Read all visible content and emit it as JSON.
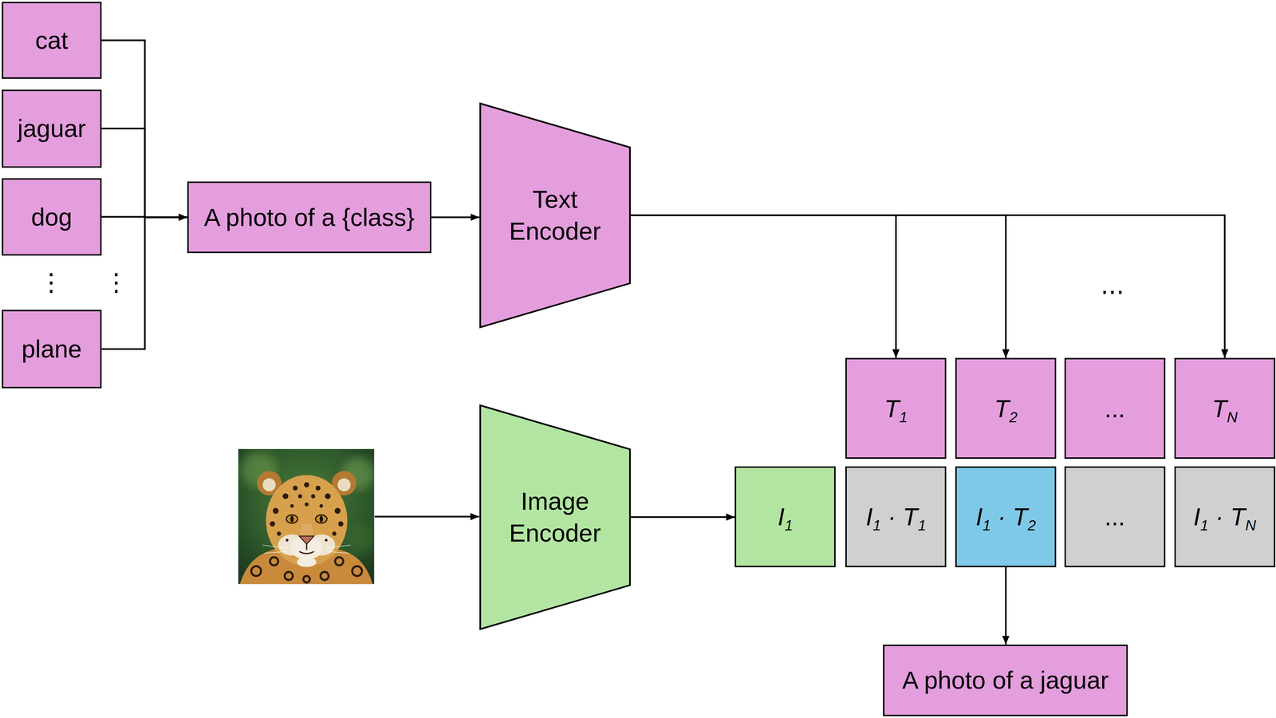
{
  "diagram": {
    "nodes": [
      {
        "text": [
          "cat"
        ]
      },
      {
        "text": [
          "jaguar"
        ]
      },
      {
        "text": [
          "dog"
        ]
      },
      {
        "text": [
          "plane"
        ]
      },
      {
        "text": [
          "A photo of a {class}"
        ]
      },
      {
        "text": [
          "Text Encoder"
        ]
      },
      {
        "text": [
          "Image Encoder"
        ]
      },
      {
        "text": [
          "I1"
        ]
      },
      {
        "text": [
          "T1"
        ]
      },
      {
        "text": [
          "T2"
        ]
      },
      {
        "text": [
          "..."
        ]
      },
      {
        "text": [
          "TN"
        ]
      },
      {
        "text": [
          "I1 · T1"
        ]
      },
      {
        "text": [
          "I1 · T2"
        ]
      },
      {
        "text": [
          "..."
        ]
      },
      {
        "text": [
          "I1 · TN"
        ]
      },
      {
        "text": [
          "A photo of a jaguar"
        ]
      }
    ],
    "edges": [
      {
        "from": 0,
        "to": 4,
        "arrow": "to"
      },
      {
        "from": 1,
        "to": 4,
        "arrow": "to"
      },
      {
        "from": 2,
        "to": 4,
        "arrow": "to"
      },
      {
        "from": 3,
        "to": 4,
        "arrow": "to"
      },
      {
        "from": 4,
        "to": 5,
        "arrow": "to"
      },
      {
        "from": 5,
        "to": 8,
        "arrow": "to"
      },
      {
        "from": 5,
        "to": 9,
        "arrow": "to"
      },
      {
        "from": 5,
        "to": 11,
        "arrow": "to"
      },
      {
        "from": 6,
        "to": 7,
        "arrow": "to"
      },
      {
        "from": 13,
        "to": 16,
        "arrow": "to"
      }
    ],
    "labels": [
      "⋮",
      "⋮",
      "..."
    ]
  }
}
